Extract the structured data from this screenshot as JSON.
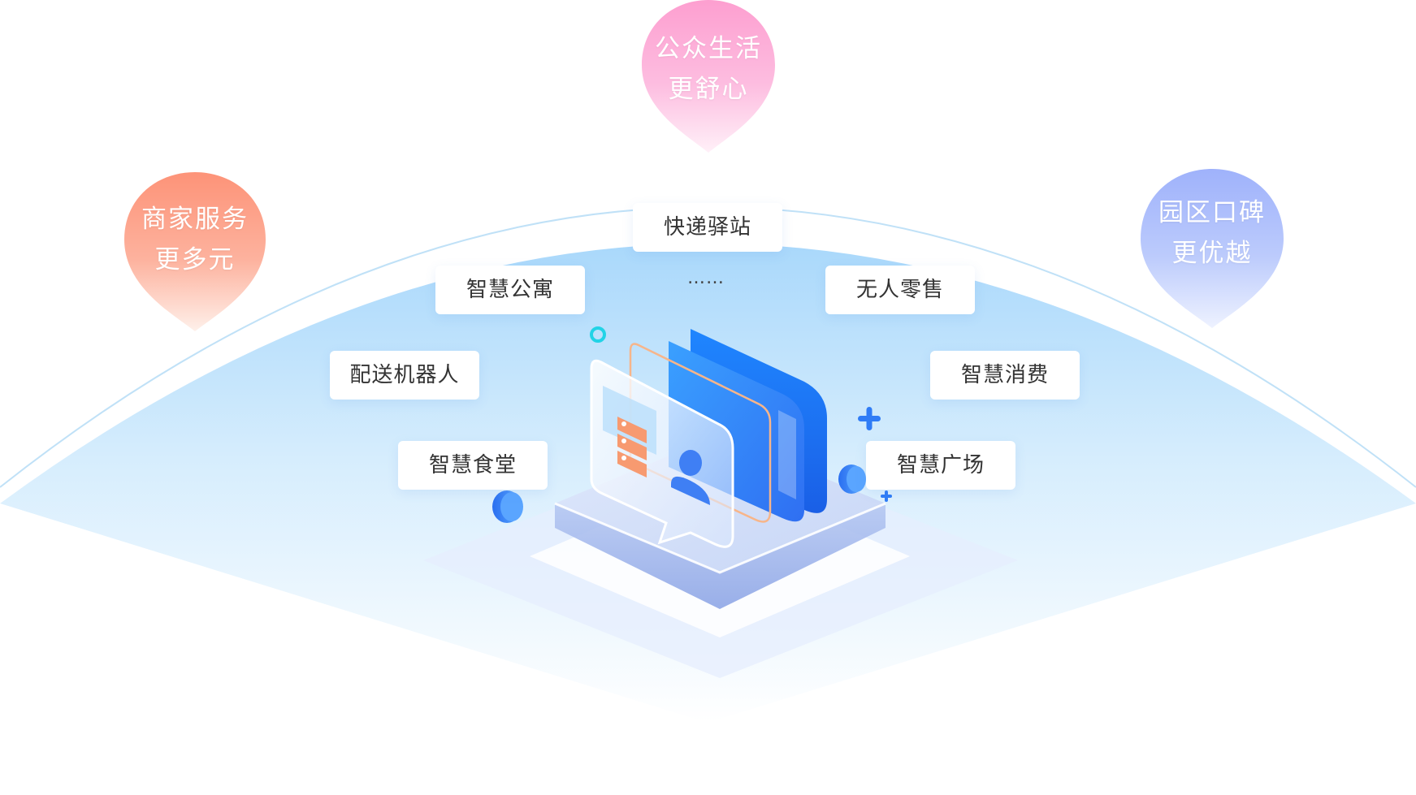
{
  "pins": [
    {
      "id": "merchant",
      "line1": "商家服务",
      "line2": "更多元",
      "color_top": "#fd9378",
      "color_bottom": "#fde3da"
    },
    {
      "id": "public",
      "line1": "公众生活",
      "line2": "更舒心",
      "color_top": "#fd9fd0",
      "color_bottom": "#fde0ef"
    },
    {
      "id": "park",
      "line1": "园区口碑",
      "line2": "更优越",
      "color_top": "#a1b4fb",
      "color_bottom": "#e3e9fe"
    }
  ],
  "services": [
    "快递驿站",
    "智慧公寓",
    "无人零售",
    "配送机器人",
    "智慧消费",
    "智慧食堂",
    "智慧广场"
  ],
  "more": "……",
  "colors": {
    "dome_top": "#a9d8fb",
    "dome_bottom": "#ffffff",
    "arc_line": "#b5dcf6",
    "accent_blue": "#2f7cf6",
    "cyan": "#22d3e6",
    "orange": "#f79a70"
  }
}
